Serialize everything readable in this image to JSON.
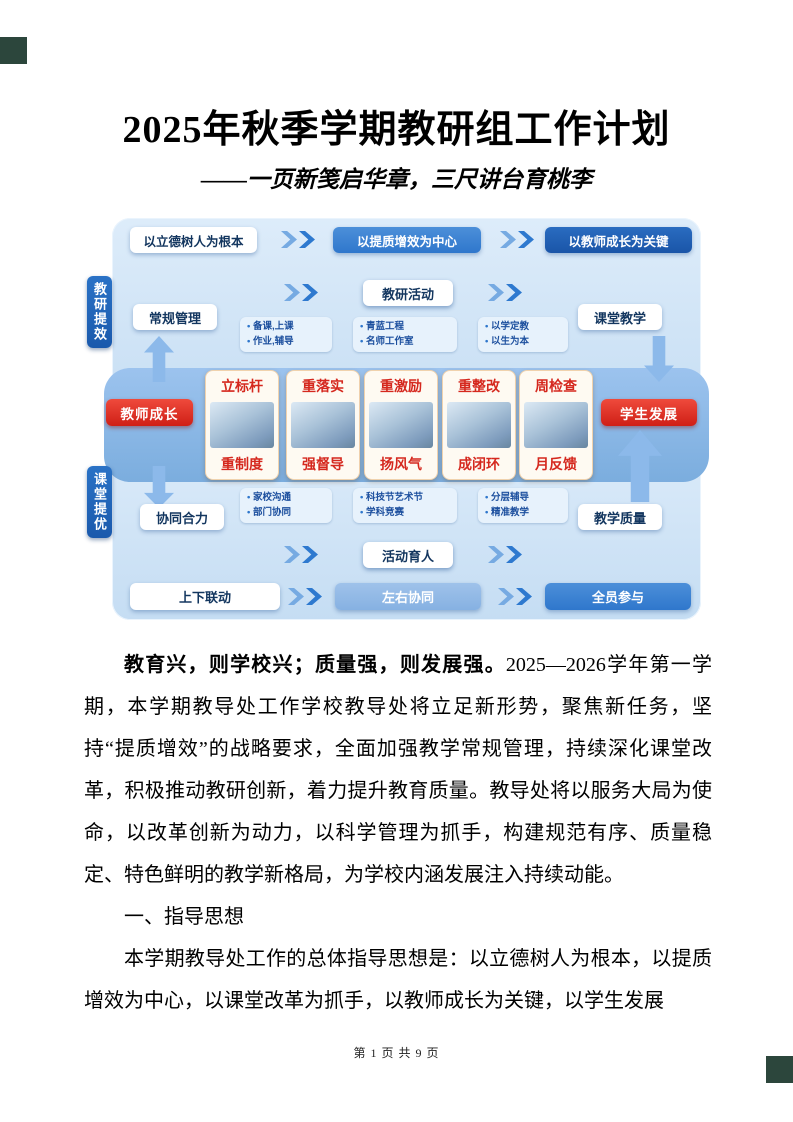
{
  "title": "2025年秋季学期教研组工作计划",
  "subtitle": "——一页新笺启华章，三尺讲台育桃李",
  "diagram": {
    "top_flow": [
      {
        "label": "以立德树人为根本"
      },
      {
        "label": "以提质增效为中心"
      },
      {
        "label": "以教师成长为关键"
      }
    ],
    "side_labels": {
      "top": "教研提效",
      "bottom": "课堂提优"
    },
    "hub_top": "教研活动",
    "hub_bottom": "活动育人",
    "node_left_top": "常规管理",
    "node_right_top": "课堂教学",
    "node_left_bottom": "协同合力",
    "node_right_bottom": "教学质量",
    "badge_left": "教师成长",
    "badge_right": "学生发展",
    "bullets_top": [
      {
        "line1": "备课,上课",
        "line2": "作业,辅导"
      },
      {
        "line1": "青蓝工程",
        "line2": "名师工作室"
      },
      {
        "line1": "以学定教",
        "line2": "以生为本"
      }
    ],
    "bullets_bottom": [
      {
        "line1": "家校沟通",
        "line2": "部门协同"
      },
      {
        "line1": "科技节艺术节",
        "line2": "学科竞赛"
      },
      {
        "line1": "分层辅导",
        "line2": "精准教学"
      }
    ],
    "cards": [
      {
        "top": "立标杆",
        "bottom": "重制度"
      },
      {
        "top": "重落实",
        "bottom": "强督导"
      },
      {
        "top": "重激励",
        "bottom": "扬风气"
      },
      {
        "top": "重整改",
        "bottom": "成闭环"
      },
      {
        "top": "周检查",
        "bottom": "月反馈"
      }
    ],
    "bottom_flow": [
      {
        "label": "上下联动"
      },
      {
        "label": "左右协同"
      },
      {
        "label": "全员参与"
      }
    ],
    "colors": {
      "accent_blue": "#2f77cc",
      "accent_red": "#d5281e",
      "panel_blue": "#c5ddf3"
    }
  },
  "body": {
    "p1_lead": "教育兴，则学校兴；质量强，则发展强。",
    "p1_rest": "2025—2026学年第一学期，本学期教导处工作学校教导处将立足新形势，聚焦新任务，坚持“提质增效”的战略要求，全面加强教学常规管理，持续深化课堂改革，积极推动教研创新，着力提升教育质量。教导处将以服务大局为使命，以改革创新为动力，以科学管理为抓手，构建规范有序、质量稳定、特色鲜明的教学新格局，为学校内涵发展注入持续动能。",
    "heading1": "一、指导思想",
    "p2": "本学期教导处工作的总体指导思想是：以立德树人为根本，以提质增效为中心，以课堂改革为抓手，以教师成长为关键，以学生发展"
  },
  "footer": {
    "page_info": "第 1 页 共 9 页"
  }
}
